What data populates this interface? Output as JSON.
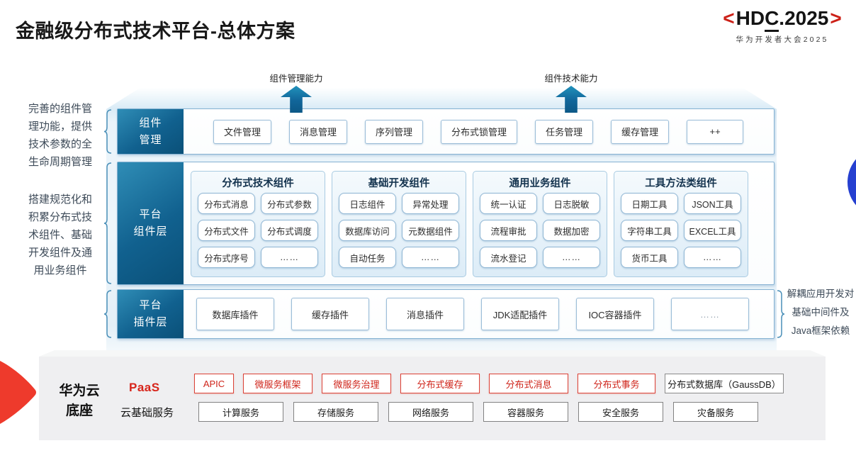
{
  "title": "金融级分布式技术平台-总体方案",
  "logo": {
    "bracket_left": "<",
    "text_pre": "HD",
    "text_underlined": "C",
    "text_post": ".2025",
    "bracket_right": ">",
    "subtitle": "华为开发者大会2025"
  },
  "arrows": [
    {
      "label": "组件管理能力"
    },
    {
      "label": "组件技术能力"
    }
  ],
  "left_notes": [
    "完善的组件管\n理功能，提供\n技术参数的全\n生命周期管理",
    "搭建规范化和\n积累分布式技\n术组件、基础\n开发组件及通\n用业务组件"
  ],
  "right_note": "解耦应用开发对\n基础中间件及\nJava框架依赖",
  "rows": {
    "component_mgmt": {
      "label": "组件\n管理",
      "items": [
        "文件管理",
        "消息管理",
        "序列管理",
        "分布式锁管理",
        "任务管理",
        "缓存管理",
        "++"
      ]
    },
    "platform_components": {
      "label": "平台\n组件层",
      "columns": [
        {
          "header": "分布式技术组件",
          "items": [
            "分布式消息",
            "分布式参数",
            "分布式文件",
            "分布式调度",
            "分布式序号",
            "……"
          ]
        },
        {
          "header": "基础开发组件",
          "items": [
            "日志组件",
            "异常处理",
            "数据库访问",
            "元数据组件",
            "自动任务",
            "……"
          ]
        },
        {
          "header": "通用业务组件",
          "items": [
            "统一认证",
            "日志脱敏",
            "流程审批",
            "数据加密",
            "流水登记",
            "……"
          ]
        },
        {
          "header": "工具方法类组件",
          "items": [
            "日期工具",
            "JSON工具",
            "字符串工具",
            "EXCEL工具",
            "货币工具",
            "……"
          ]
        }
      ]
    },
    "platform_plugins": {
      "label": "平台\n插件层",
      "items": [
        "数据库插件",
        "缓存插件",
        "消息插件",
        "JDK适配插件",
        "IOC容器插件",
        "……"
      ]
    }
  },
  "foundation": {
    "label": "华为云\n底座",
    "paas": {
      "label": "PaaS",
      "items": [
        "APIC",
        "微服务框架",
        "微服务治理",
        "分布式缓存",
        "分布式消息",
        "分布式事务"
      ],
      "db_item": "分布式数据库（GaussDB）"
    },
    "cloud": {
      "label": "云基础服务",
      "items": [
        "计算服务",
        "存储服务",
        "网络服务",
        "容器服务",
        "安全服务",
        "灾备服务"
      ]
    }
  },
  "colors": {
    "accent_red": "#d7251b",
    "deep_blue": "#0d5a87",
    "light_blue_bg": "#e9f3fa",
    "royal_blue_dot": "#2640d0"
  }
}
